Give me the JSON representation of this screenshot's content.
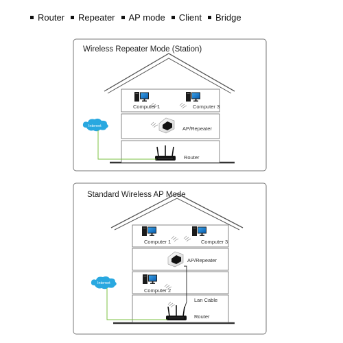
{
  "legend": {
    "items": [
      "Router",
      "Repeater",
      "AP mode",
      "Client",
      "Bridge"
    ]
  },
  "panel1": {
    "title": "Wireless Repeater Mode (Station)",
    "cloud_label": "Internet",
    "labels": {
      "computer1": "Computer 1",
      "computer3": "Computer 3",
      "repeater": "AP/Repeater",
      "router": "Router"
    }
  },
  "panel2": {
    "title": "Standard Wireless AP Mode",
    "cloud_label": "Internet",
    "labels": {
      "computer1": "Computer 1",
      "computer3": "Computer 3",
      "repeater": "AP/Repeater",
      "computer2": "Computer 2",
      "lan_cable": "Lan Cable",
      "router": "Router"
    }
  },
  "colors": {
    "cloud": "#29a8e0",
    "cable": "#7bc142",
    "house": "#555555",
    "panel_border": "#777777"
  }
}
